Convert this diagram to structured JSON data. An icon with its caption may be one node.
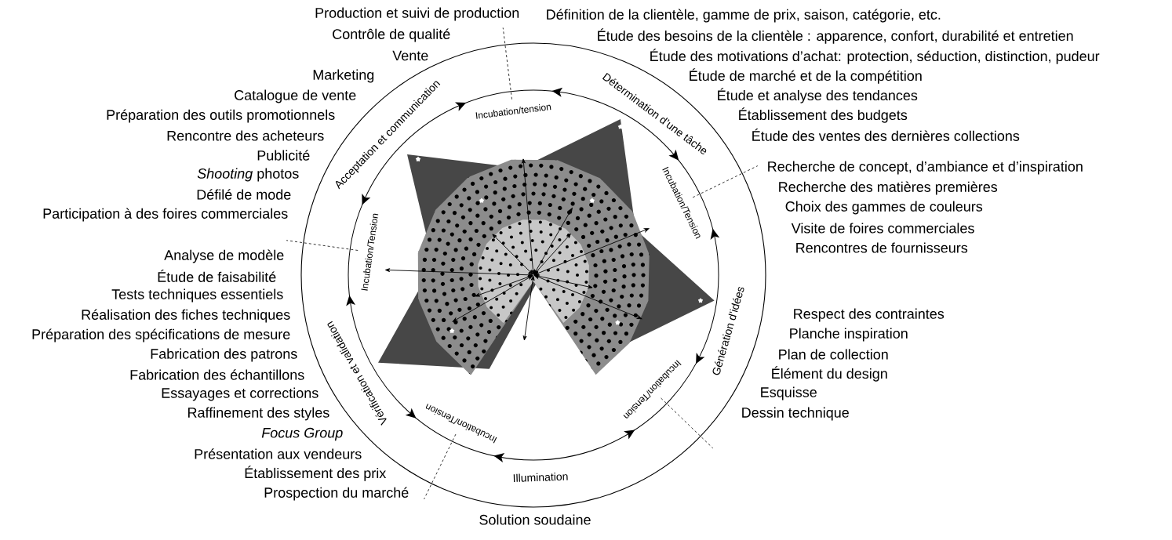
{
  "diagram": {
    "labels": [
      "Production et suivi de production",
      "Contrôle de qualité",
      "Vente",
      "Marketing",
      "Catalogue de vente",
      "Préparation des outils promotionnels",
      "Rencontre des acheteurs",
      "Publicité",
      "*Shooting* photos",
      "Défilé de mode",
      "Participation à des foires commerciales",
      "Définition de la clientèle, gamme de prix, saison, catégorie, etc.",
      "Étude des besoins de la clientèle : apparence, confort, durabilité et entretien",
      "Étude des motivations d’achat: protection, séduction, distinction, pudeur",
      "Étude de marché et de la compétition",
      "Étude et analyse des tendances",
      "Établissement des budgets",
      "Étude des ventes des dernières collections",
      "Recherche de concept, d’ambiance et d’inspiration",
      "Recherche des matières premières",
      "Choix des gammes de couleurs",
      "Visite de foires commerciales",
      "Rencontres de fournisseurs",
      "Détermination d’une tâche",
      "Génération d’idées",
      "Illumination",
      "Vérification et validation",
      "Acceptation et communication",
      "Incubation/tension",
      "Incubation/Tension",
      "Incubation/Tension",
      "Incubation/Tension",
      "Incubation/Tension",
      "Analyse de modèle",
      "Étude de faisabilité",
      "Tests techniques essentiels",
      "Réalisation des fiches techniques",
      "Préparation des spécifications de mesure",
      "Fabrication des patrons",
      "Fabrication des échantillons",
      "Essayages et corrections",
      "Raffinement des styles",
      "Focus Group",
      "Présentation aux vendeurs",
      "Établissement des prix",
      "Prospection du marché",
      "Respect des contraintes",
      "Planche inspiration",
      "Plan de collection",
      "Élément du design",
      "Esquisse",
      "Dessin technique",
      "Solution soudaine"
    ]
  }
}
